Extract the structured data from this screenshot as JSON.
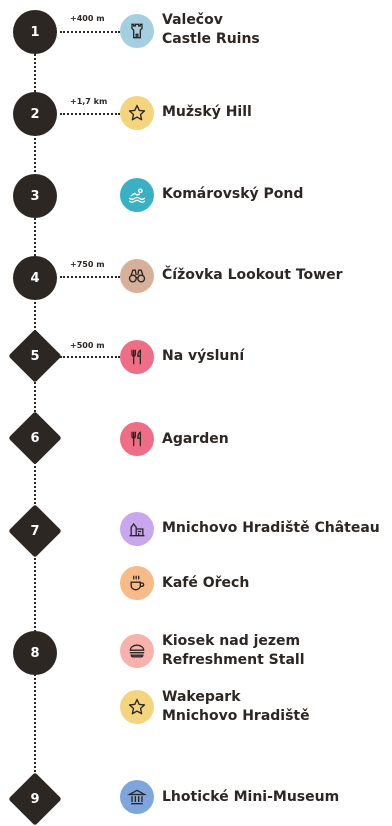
{
  "markers": {
    "m1": "1",
    "m2": "2",
    "m3": "3",
    "m4": "4",
    "m5": "5",
    "m6": "6",
    "m7": "7",
    "m8": "8",
    "m9": "9"
  },
  "stops": [
    {
      "name": "Valečov\nCastle Ruins",
      "distance": "+400 m",
      "icon": "castle-tower-icon",
      "color": "#a3cfe0"
    },
    {
      "name": "Mužský Hill",
      "distance": "+1,7 km",
      "icon": "star-icon",
      "color": "#f4d57e"
    },
    {
      "name": "Komárovský Pond",
      "distance": "",
      "icon": "swimmer-icon",
      "color": "#3ab0c4"
    },
    {
      "name": "Čížovka Lookout Tower",
      "distance": "+750 m",
      "icon": "binoculars-icon",
      "color": "#d7b09a"
    },
    {
      "name": "Na výsluní",
      "distance": "+500 m",
      "icon": "restaurant-icon",
      "color": "#ee6e86"
    },
    {
      "name": "Agarden",
      "distance": "",
      "icon": "restaurant-icon",
      "color": "#ee6e86"
    },
    {
      "name": "Mnichovo Hradiště Château",
      "distance": "",
      "icon": "chateau-icon",
      "color": "#c8a7ef"
    },
    {
      "name": "Kafé Ořech",
      "distance": "",
      "icon": "coffee-cup-icon",
      "color": "#f6bb86"
    },
    {
      "name": "Kiosek nad jezem\nRefreshment Stall",
      "distance": "",
      "icon": "burger-icon",
      "color": "#f8b2ae"
    },
    {
      "name": "Wakepark\nMnichovo Hradiště",
      "distance": "",
      "icon": "star-icon",
      "color": "#f4d57e"
    },
    {
      "name": "Lhotické Mini-Museum",
      "distance": "",
      "icon": "museum-icon",
      "color": "#7fa6dc"
    }
  ]
}
